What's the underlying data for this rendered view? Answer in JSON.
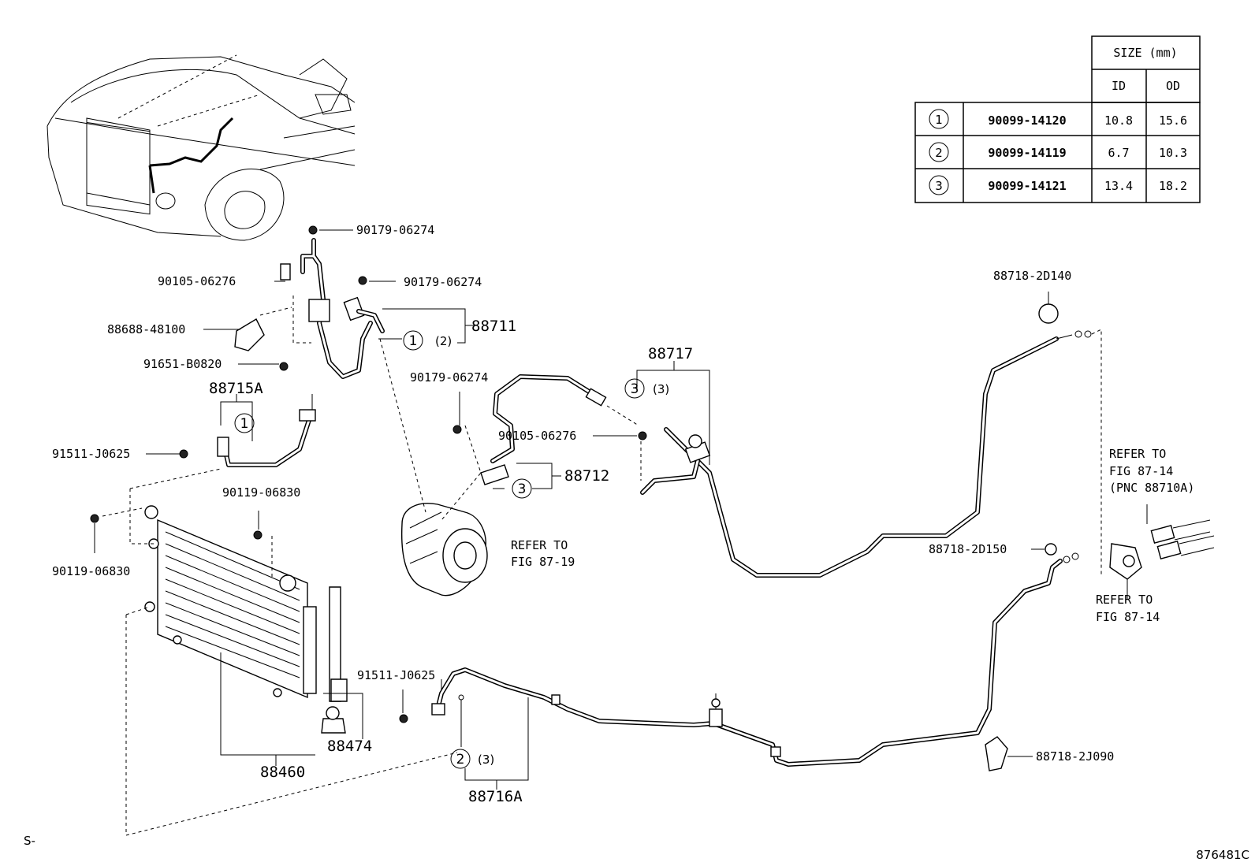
{
  "size_table": {
    "header": "SIZE (mm)",
    "col_id": "ID",
    "col_od": "OD",
    "rows": [
      {
        "mark": "1",
        "part": "90099-14120",
        "id": "10.8",
        "od": "15.6"
      },
      {
        "mark": "2",
        "part": "90099-14119",
        "id": "6.7",
        "od": "10.3"
      },
      {
        "mark": "3",
        "part": "90099-14121",
        "id": "13.4",
        "od": "18.2"
      }
    ]
  },
  "labels": {
    "p90179_top": "90179-06274",
    "p90105_left": "90105-06276",
    "p90179_mid": "90179-06274",
    "p88711": "88711",
    "p88688": "88688-48100",
    "p91651": "91651-B0820",
    "p88715A": "88715A",
    "p91511_top": "91511-J0625",
    "p90179_low": "90179-06274",
    "p90105_mid": "90105-06276",
    "p88712": "88712",
    "p88717": "88717",
    "p88718_2D140": "88718-2D140",
    "p90119_right": "90119-06830",
    "p90119_left": "90119-06830",
    "p88718_2D150": "88718-2D150",
    "p91511_bottom": "91511-J0625",
    "p88474": "88474",
    "p88460": "88460",
    "p88716A": "88716A",
    "p88718_2J090": "88718-2J090"
  },
  "callouts": {
    "c88711_mark": "1",
    "c88711_qty": "(2)",
    "c88715A_mark": "1",
    "c88712_mark": "3",
    "c88717_mark": "3",
    "c88717_qty": "(3)",
    "c88716A_mark": "2",
    "c88716A_qty": "(3)"
  },
  "refer": {
    "compressor_l1": "REFER TO",
    "compressor_l2": "FIG 87-19",
    "right_top_l1": "REFER TO",
    "right_top_l2": "FIG 87-14",
    "right_top_l3": "(PNC 88710A)",
    "right_bottom_l1": "REFER TO",
    "right_bottom_l2": "FIG 87-14"
  },
  "footer": {
    "left_code": "S-",
    "figure_id": "876481C"
  }
}
